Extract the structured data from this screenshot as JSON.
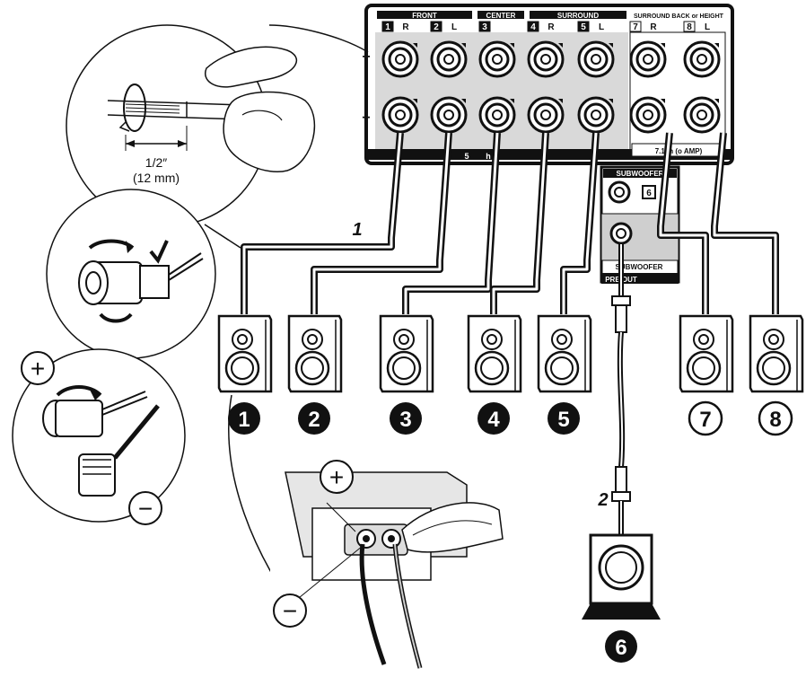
{
  "panel": {
    "group_front": "FRONT",
    "group_center": "CENTER",
    "group_surround": "SURROUND",
    "group_back": "SURROUND BACK or HEIGHT",
    "terminals": [
      {
        "num": "1",
        "side": "R"
      },
      {
        "num": "2",
        "side": "L"
      },
      {
        "num": "3",
        "side": ""
      },
      {
        "num": "4",
        "side": "R"
      },
      {
        "num": "5",
        "side": "L"
      },
      {
        "num": "7",
        "side": "R"
      },
      {
        "num": "8",
        "side": "L"
      }
    ],
    "plus_sign": "+",
    "minus_sign": "−",
    "bottom_label_left": "5",
    "bottom_label_left2": "h",
    "bottom_label_right": "7.1ch (o   AMP)",
    "sub_title": "SUBWOOFER",
    "sub_number": "6",
    "sub_jack_label": "SUBWOOFER",
    "pre_out": "PRE OUT"
  },
  "steps": {
    "one": "1",
    "two": "2"
  },
  "strip": {
    "measure": "1/2″",
    "measure_mm": "(12 mm)"
  },
  "polarity": {
    "plus": "+",
    "minus": "−"
  },
  "speakers": [
    {
      "number": "1",
      "style": "filled"
    },
    {
      "number": "2",
      "style": "filled"
    },
    {
      "number": "3",
      "style": "filled"
    },
    {
      "number": "4",
      "style": "filled"
    },
    {
      "number": "5",
      "style": "filled"
    },
    {
      "number": "7",
      "style": "outline"
    },
    {
      "number": "8",
      "style": "outline"
    }
  ],
  "subwoofer": {
    "number": "6"
  }
}
